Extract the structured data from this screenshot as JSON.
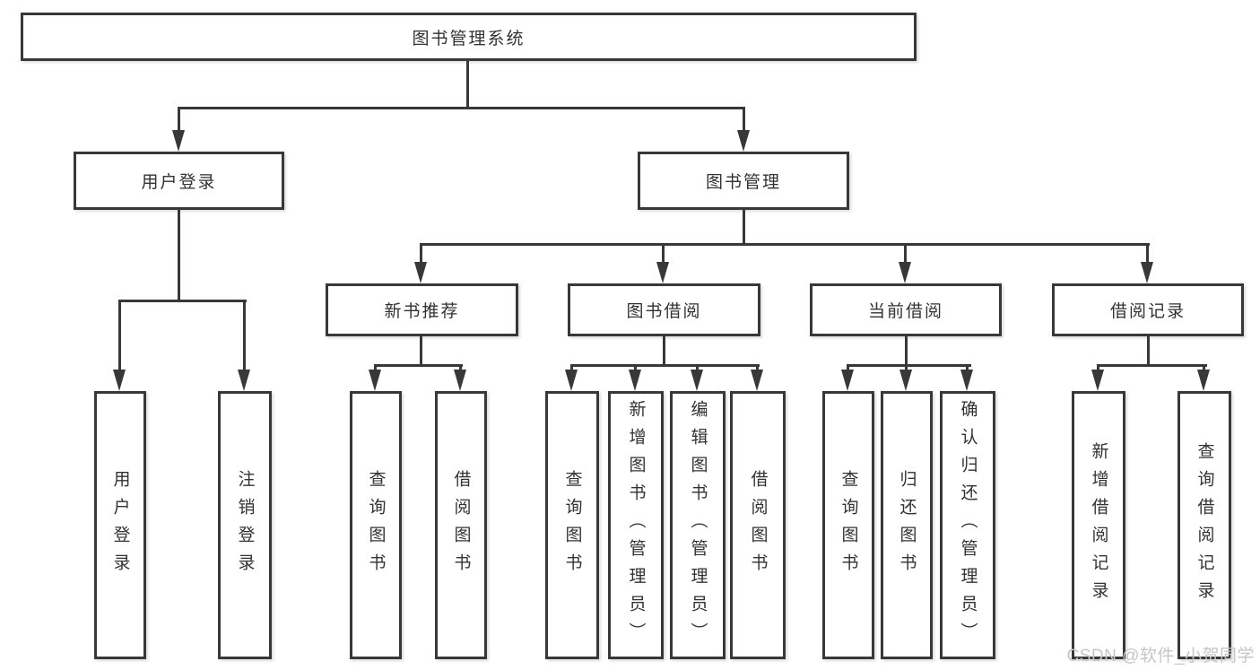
{
  "diagram": {
    "title_hint": "library management system functional structure diagram",
    "colors": {
      "line": "#383838",
      "text": "#323232",
      "box_background": "#ffffff",
      "watermark": "#c6c6c6"
    },
    "root": {
      "label": "图书管理系统"
    },
    "branches": [
      {
        "label": "用户登录",
        "children": [
          {
            "label": "用户登录"
          },
          {
            "label": "注销登录"
          }
        ]
      },
      {
        "label": "图书管理",
        "children": [
          {
            "label": "新书推荐",
            "children": [
              {
                "label": "查询图书"
              },
              {
                "label": "借阅图书"
              }
            ]
          },
          {
            "label": "图书借阅",
            "children": [
              {
                "label": "查询图书"
              },
              {
                "label": "新增图书（管理员）"
              },
              {
                "label": "编辑图书（管理员）"
              },
              {
                "label": "借阅图书"
              }
            ]
          },
          {
            "label": "当前借阅",
            "children": [
              {
                "label": "查询图书"
              },
              {
                "label": "归还图书"
              },
              {
                "label": "确认归还（管理员）"
              }
            ]
          },
          {
            "label": "借阅记录",
            "children": [
              {
                "label": "新增借阅记录"
              },
              {
                "label": "查询借阅记录"
              }
            ]
          }
        ]
      }
    ],
    "watermark": "CSDN @软件_小贺同学"
  }
}
